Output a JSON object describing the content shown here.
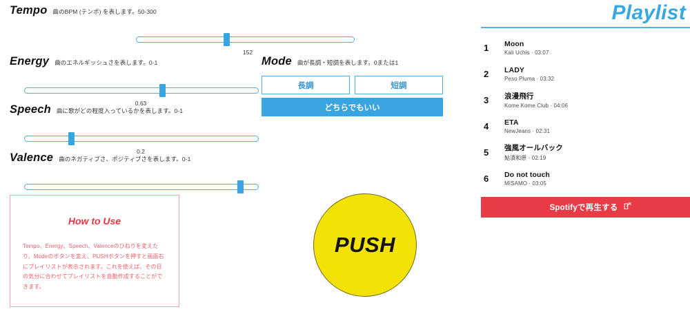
{
  "params": [
    {
      "name": "Tempo",
      "description": "曲のBPM (テンポ) を表します。50-300",
      "value": "152"
    },
    {
      "name": "Energy",
      "description": "曲のエネルギッシュさを表します。0-1",
      "value": "0.63"
    },
    {
      "name": "Speech",
      "description": "曲に歌がどの程度入っているかを表します。0-1",
      "value": "0.2"
    },
    {
      "name": "Valence",
      "description": "曲のネガティブさ、ポジティブさを表します。0-1",
      "value": "1"
    }
  ],
  "mode": {
    "name": "Mode",
    "description": "曲が長調・短調を表します。0または1",
    "major_label": "長調",
    "minor_label": "短調",
    "either_label": "どちらでもいい"
  },
  "howto": {
    "title": "How to Use",
    "body": "Tempo、Energy、Speech、Valenceのひねりを変えたり、Modeのボタンを変え、PUSHボタンを押すと画面右にプレイリストが表示されます。これを使えば、その日の気分に合わせてプレイリストを自動作成することができます。"
  },
  "push": {
    "label": "PUSH"
  },
  "playlist": {
    "title": "Playlist",
    "tracks": [
      {
        "index": "1",
        "title": "Moon",
        "meta": "Kali Uchis · 03:07"
      },
      {
        "index": "2",
        "title": "LADY",
        "meta": "Peso Pluma · 03:32"
      },
      {
        "index": "3",
        "title": "浪漫飛行",
        "meta": "Kome Kome Club · 04:06"
      },
      {
        "index": "4",
        "title": "ETA",
        "meta": "NewJeans · 02:31"
      },
      {
        "index": "5",
        "title": "強風オールバック",
        "meta": "鮎漬和原 · 02:19"
      },
      {
        "index": "6",
        "title": "Do not touch",
        "meta": "MISAMO · 03:05"
      }
    ],
    "spotify_button_label": "Spotifyで再生する"
  },
  "colors": {
    "accent_blue": "#38a4e0",
    "spotify_red": "#e83b45",
    "push_yellow": "#f2e205",
    "howto_pink": "#ef5f68"
  }
}
